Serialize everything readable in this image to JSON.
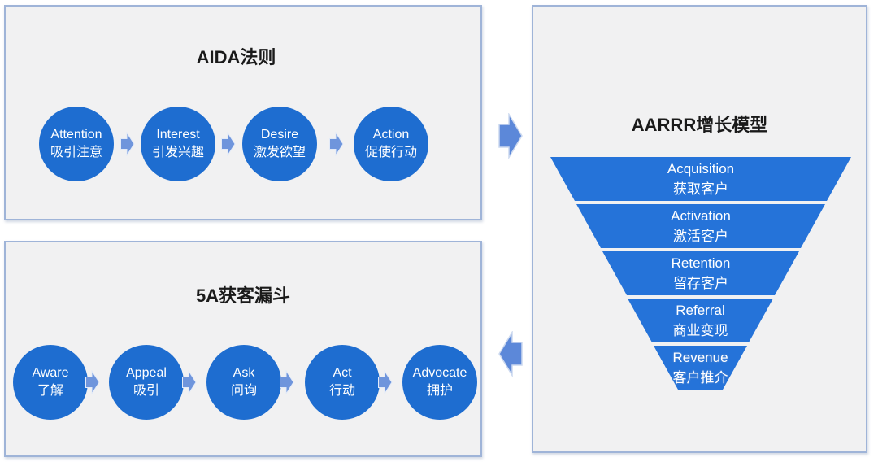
{
  "panels": {
    "aida": {
      "title": "AIDA法则",
      "steps": [
        {
          "en": "Attention",
          "zh": "吸引注意"
        },
        {
          "en": "Interest",
          "zh": "引发兴趣"
        },
        {
          "en": "Desire",
          "zh": "激发欲望"
        },
        {
          "en": "Action",
          "zh": "促使行动"
        }
      ]
    },
    "five_a": {
      "title": "5A获客漏斗",
      "steps": [
        {
          "en": "Aware",
          "zh": "了解"
        },
        {
          "en": "Appeal",
          "zh": "吸引"
        },
        {
          "en": "Ask",
          "zh": "问询"
        },
        {
          "en": "Act",
          "zh": "行动"
        },
        {
          "en": "Advocate",
          "zh": "拥护"
        }
      ]
    },
    "aarrr": {
      "title": "AARRR增长模型",
      "levels": [
        {
          "en": "Acquisition",
          "zh": "获取客户"
        },
        {
          "en": "Activation",
          "zh": "激活客户"
        },
        {
          "en": "Retention",
          "zh": "留存客户"
        },
        {
          "en": "Referral",
          "zh": "商业变现"
        },
        {
          "en": "Revenue",
          "zh": "客户推介"
        }
      ]
    }
  },
  "icons": {
    "between_steps": "block-arrow-right",
    "aida_to_aarrr": "block-arrow-right",
    "aarrr_to_five_a": "block-arrow-left"
  },
  "colors": {
    "circle_blue": "#1E6DD0",
    "funnel_blue": "#2573D9",
    "small_arrow": "#6F95DC",
    "small_arrow_edge": "#E2EAF8",
    "big_arrow": "#5C88D9",
    "big_arrow_edge": "#CBD8EF",
    "box_fill": "#F1F1F2",
    "box_border": "#9FB4D8",
    "title_text": "#1A1A1A",
    "step_text": "#FFFFFF"
  }
}
